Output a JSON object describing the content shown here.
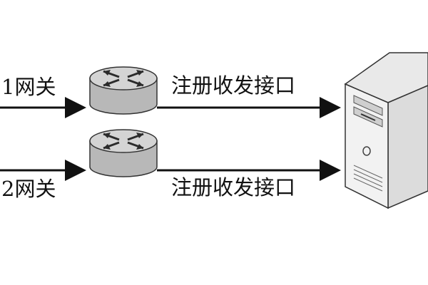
{
  "diagram": {
    "colors": {
      "line": "#111111",
      "router_body": "#b8b8b8",
      "router_top": "#d4d4d4",
      "server_front": "#f2f2f2",
      "server_side": "#dcdcdc",
      "server_top": "#e9e9e9",
      "outline": "#333333"
    },
    "rows": [
      {
        "gateway_label": "1网关",
        "interface_label": "注册收发接口"
      },
      {
        "gateway_label": "2网关",
        "interface_label": "注册收发接口"
      }
    ],
    "icons": {
      "router": "router-icon",
      "server": "server-icon"
    }
  }
}
